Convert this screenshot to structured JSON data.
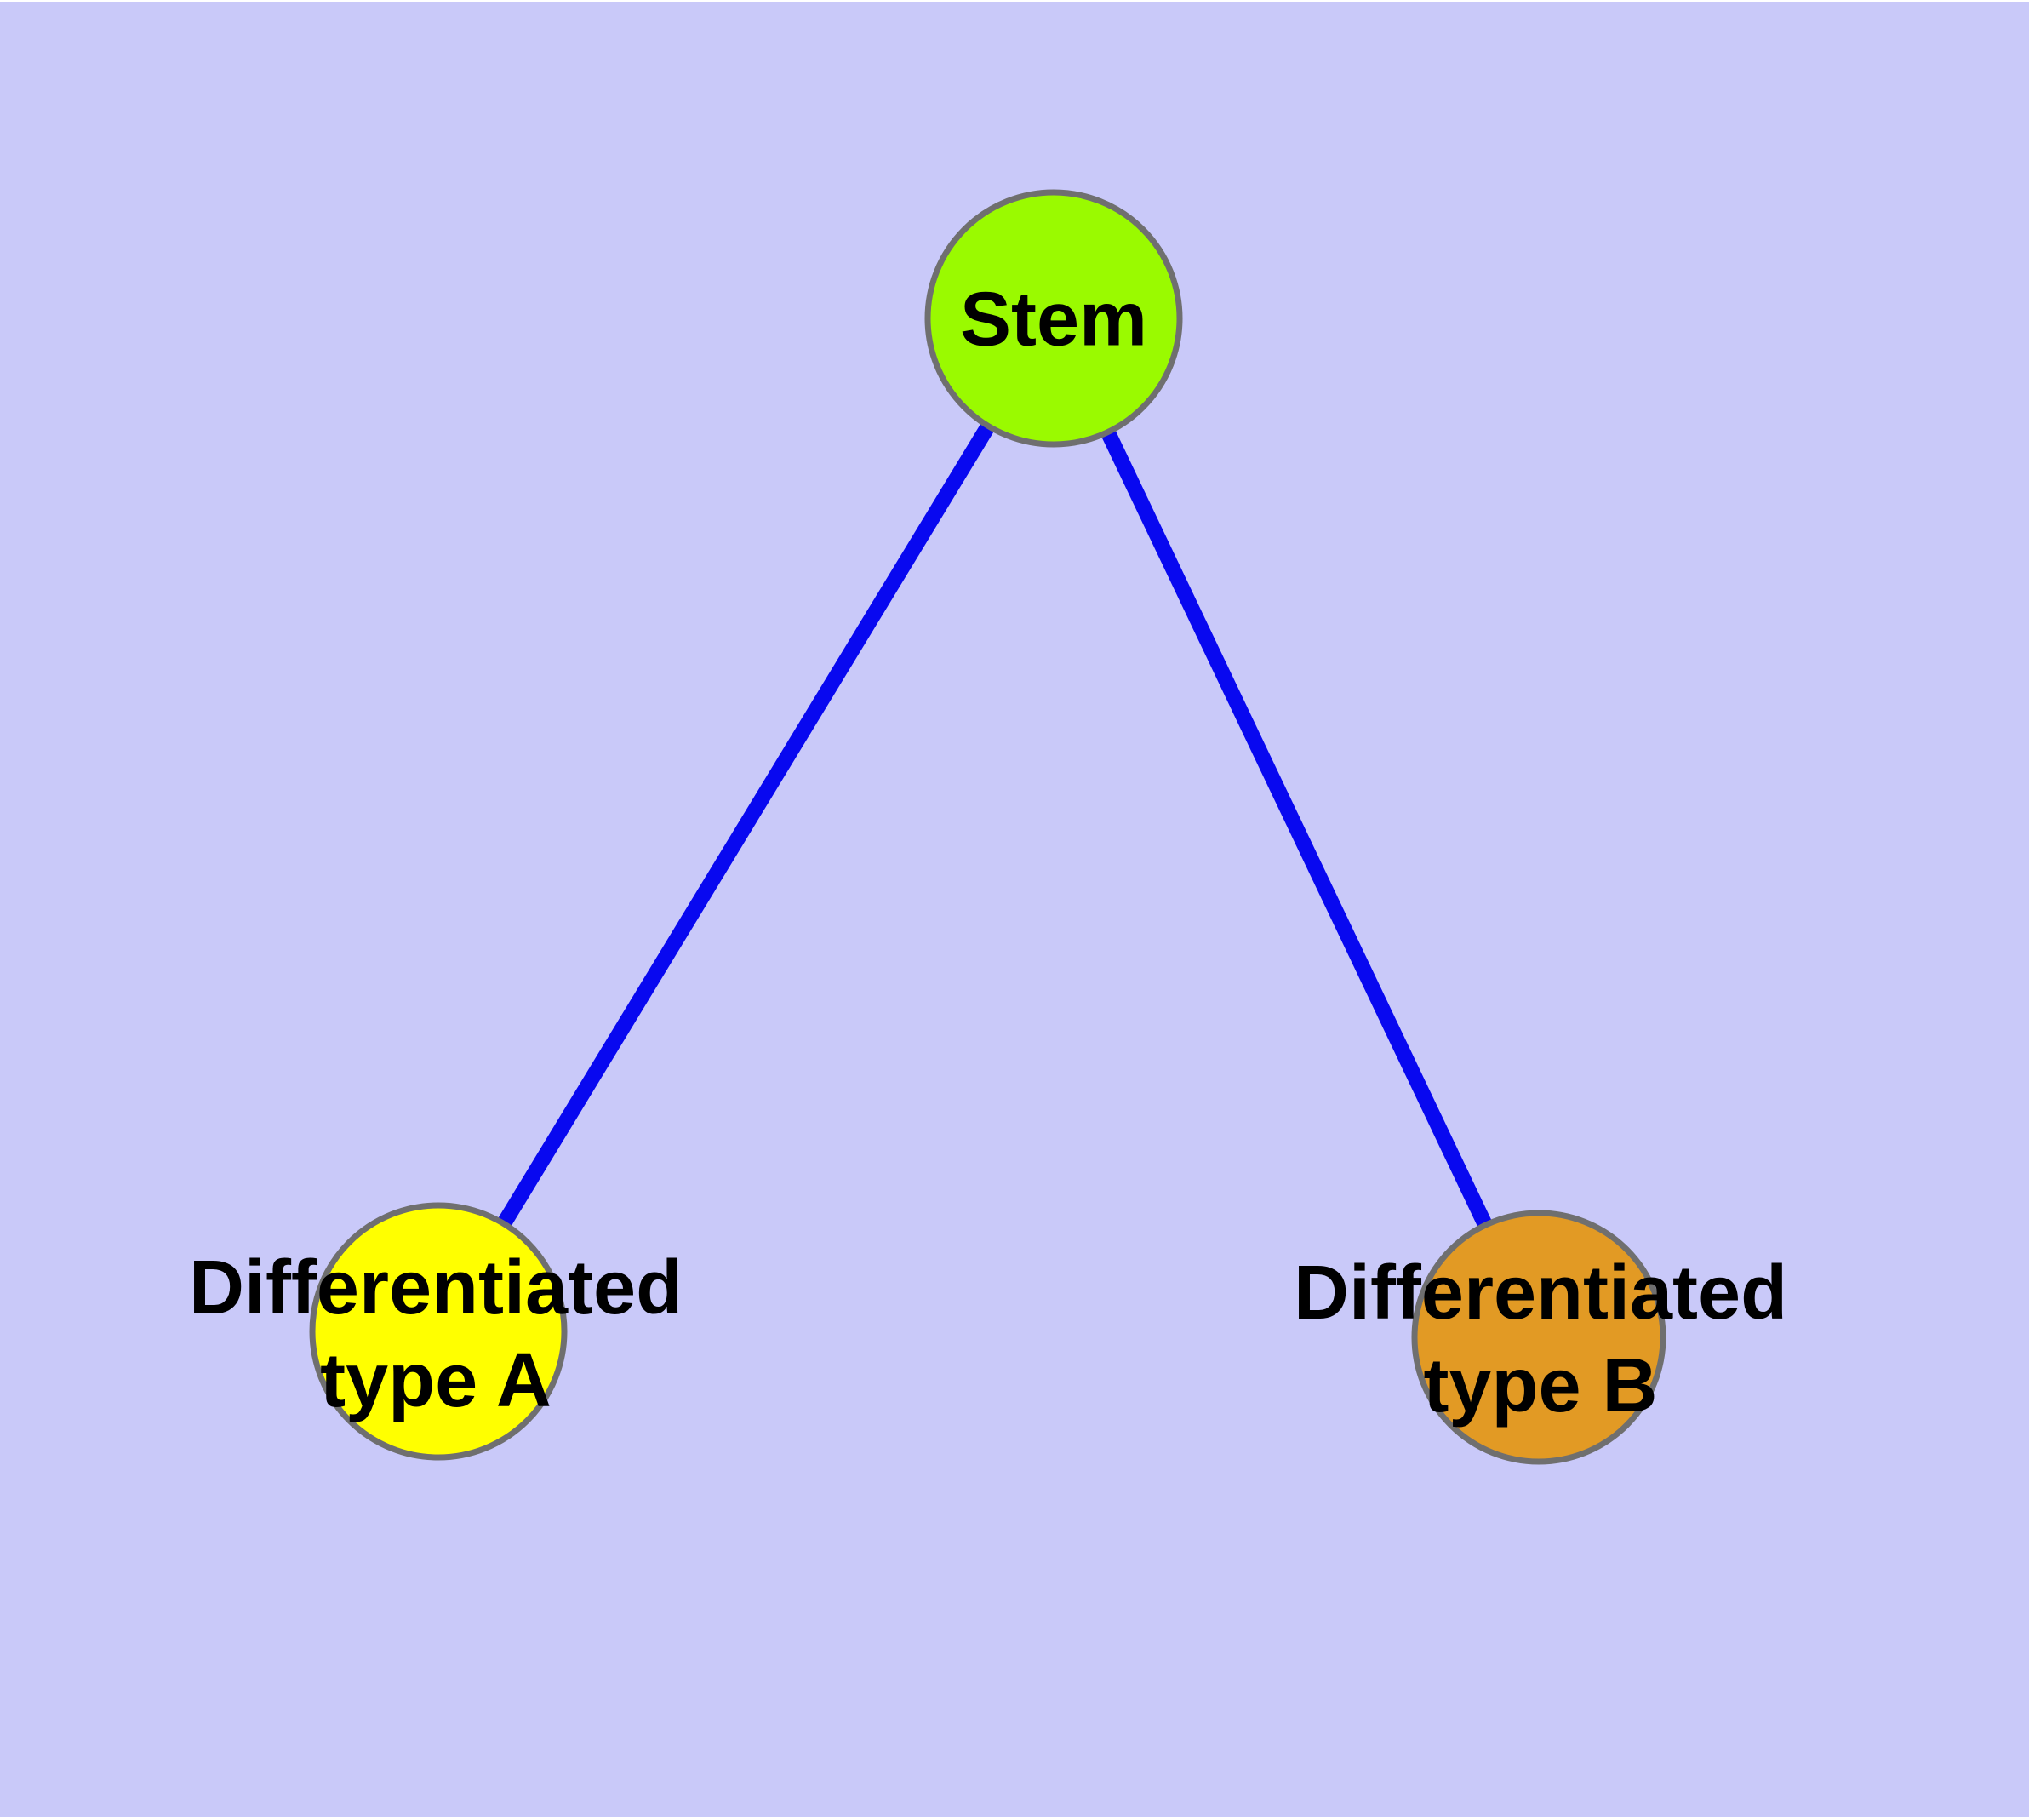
{
  "figure": {
    "type": "node-link-diagram",
    "background_color": "#C9C9F9",
    "node_border_color": "#6F6F6F",
    "nodes": {
      "stem": {
        "label": "Stem",
        "color": "#9AFA00"
      },
      "type_a": {
        "label_line1": "Differentiated",
        "label_line2": "type A",
        "color": "#FFFF00"
      },
      "type_b": {
        "label_line1": "Differentiated",
        "label_line2": "type B",
        "color": "#E29A24"
      }
    },
    "edges": {
      "color": "#0808F0",
      "list": [
        {
          "from": "Stem",
          "to": "Differentiated type A"
        },
        {
          "from": "Stem",
          "to": "Differentiated type B"
        }
      ]
    }
  }
}
